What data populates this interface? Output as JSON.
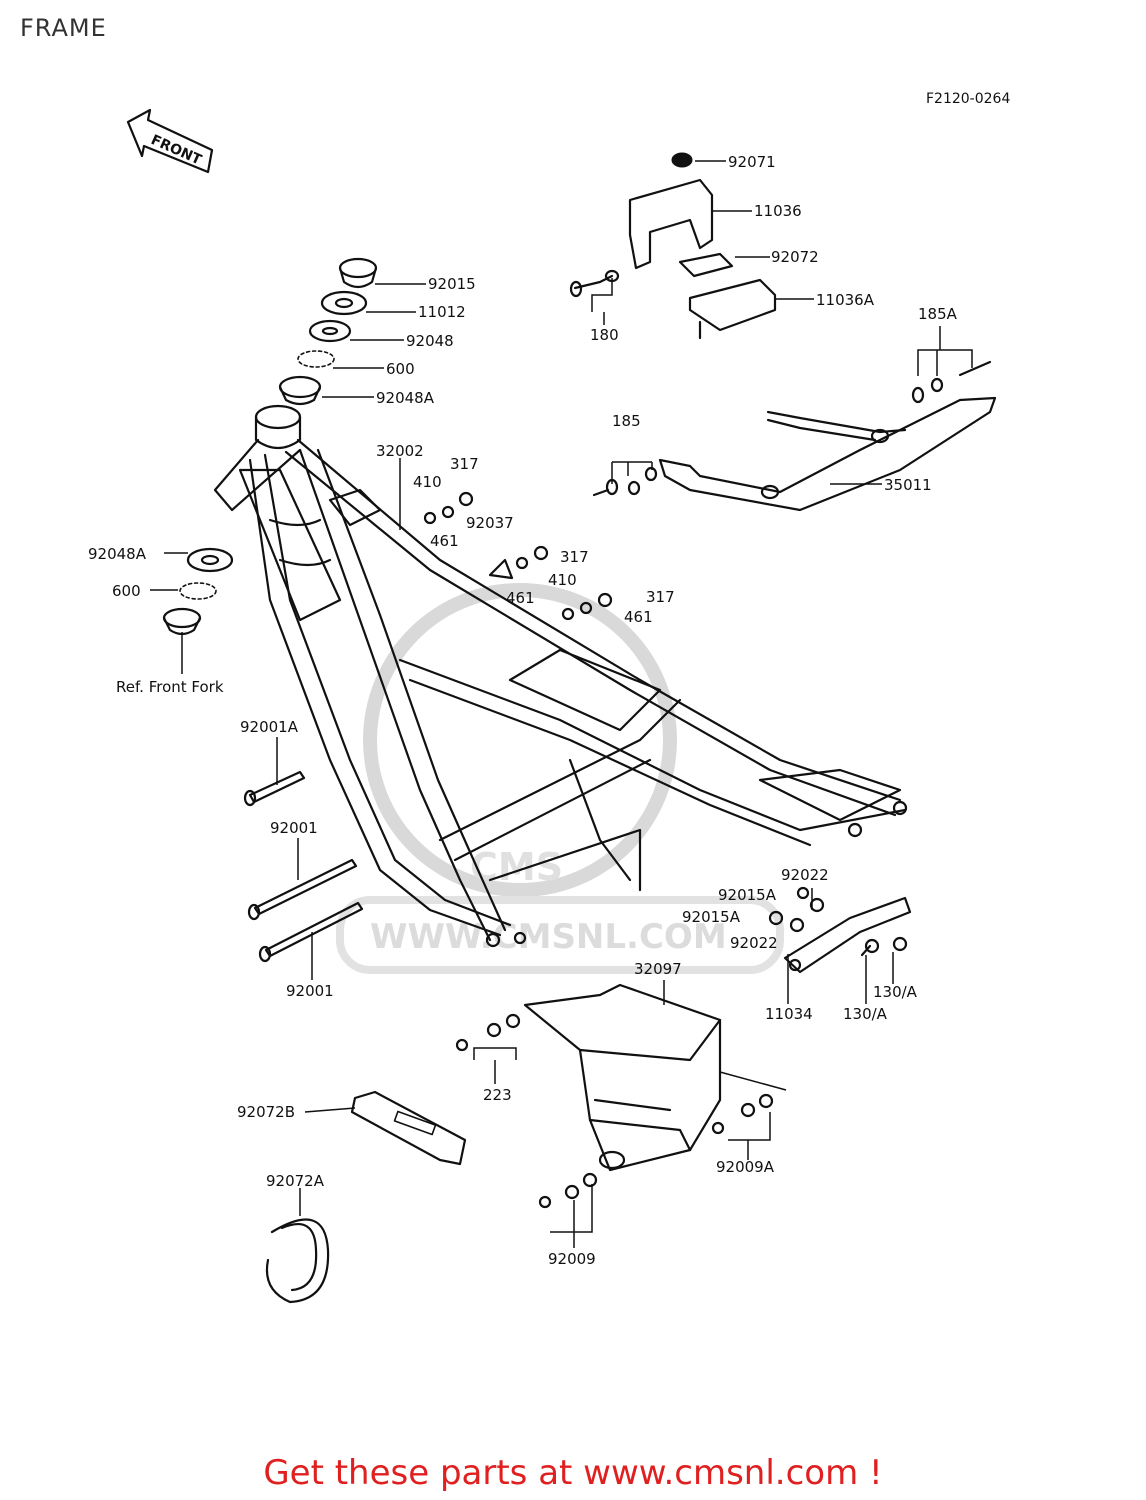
{
  "page": {
    "title": "FRAME",
    "drawing_code": "F2120-0264",
    "front_arrow": "FRONT",
    "footer": "Get these parts at www.cmsnl.com !"
  },
  "watermark": {
    "logo_text": "CMS",
    "url_text": "WWW.CMSNL.COM"
  },
  "parts": [
    {
      "label": "92071"
    },
    {
      "label": "11036"
    },
    {
      "label": "92072"
    },
    {
      "label": "11036A"
    },
    {
      "label": "180"
    },
    {
      "label": "185A"
    },
    {
      "label": "92015"
    },
    {
      "label": "11012"
    },
    {
      "label": "92048"
    },
    {
      "label": "600"
    },
    {
      "label": "92048A"
    },
    {
      "label": "32002"
    },
    {
      "label": "317"
    },
    {
      "label": "410"
    },
    {
      "label": "461"
    },
    {
      "label": "92037"
    },
    {
      "label": "185"
    },
    {
      "label": "35011"
    },
    {
      "label": "317"
    },
    {
      "label": "461"
    },
    {
      "label": "410"
    },
    {
      "label": "317"
    },
    {
      "label": "461"
    },
    {
      "label": "92048A"
    },
    {
      "label": "600"
    },
    {
      "label": "Ref. Front Fork"
    },
    {
      "label": "92001A"
    },
    {
      "label": "92001"
    },
    {
      "label": "92001"
    },
    {
      "label": "92022"
    },
    {
      "label": "92015A"
    },
    {
      "label": "92015A"
    },
    {
      "label": "92022"
    },
    {
      "label": "32097"
    },
    {
      "label": "11034"
    },
    {
      "label": "130/A"
    },
    {
      "label": "130/A"
    },
    {
      "label": "223"
    },
    {
      "label": "92072B"
    },
    {
      "label": "92009A"
    },
    {
      "label": "92072A"
    },
    {
      "label": "92009"
    }
  ]
}
